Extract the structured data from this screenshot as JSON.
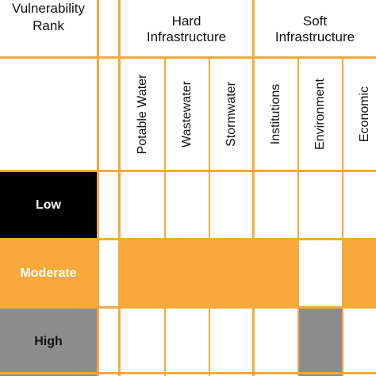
{
  "colors": {
    "grid": "#f7a93a",
    "low": "#000000",
    "moderate": "#f7a93a",
    "high": "#8c8c8c",
    "empty": "#ffffff"
  },
  "groups": {
    "hard": "Hard\nInfrastructure",
    "soft": "Soft\nInfrastructure"
  },
  "header": {
    "rank_title": "Vulnerability\nRank"
  },
  "columns": [
    {
      "label": "Potable Water"
    },
    {
      "label": "Wastewater"
    },
    {
      "label": "Stormwater"
    },
    {
      "label": "Institutions"
    },
    {
      "label": "Environment"
    },
    {
      "label": "Economic"
    }
  ],
  "ranks": [
    {
      "label": "Low",
      "key": "low",
      "text_color": "#ffffff"
    },
    {
      "label": "Moderate",
      "key": "moderate",
      "text_color": "#ffffff"
    },
    {
      "label": "High",
      "key": "high",
      "text_color": "#111111"
    }
  ],
  "matrix": [
    [
      "",
      "",
      "",
      "",
      "",
      ""
    ],
    [
      "moderate",
      "moderate",
      "moderate",
      "moderate",
      "",
      "moderate"
    ],
    [
      "",
      "",
      "",
      "",
      "high",
      ""
    ]
  ]
}
